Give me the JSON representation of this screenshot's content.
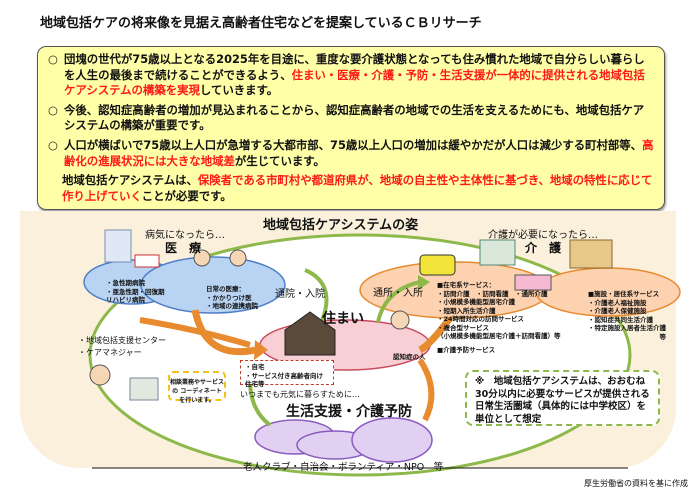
{
  "title": "地域包括ケアの将来像を見据え高齢者住宅などを提案しているＣＢリサーチ",
  "summary": [
    {
      "mark": "○",
      "parts": [
        {
          "text": "団塊の世代が75歳以上となる2025年を目途に、重度な要介護状態となっても住み慣れた地域で自分らしい暮らしを人生の最後まで続けることができるよう、",
          "red": false
        },
        {
          "text": "住まい・医療・介護・予防・生活支援が一体的に提供される地域包括ケアシステムの構築を実現",
          "red": true
        },
        {
          "text": "していきます。",
          "red": false
        }
      ]
    },
    {
      "mark": "○",
      "parts": [
        {
          "text": "今後、認知症高齢者の増加が見込まれることから、認知症高齢者の地域での生活を支えるためにも、地域包括ケアシステムの構築が重要です。",
          "red": false
        }
      ]
    },
    {
      "mark": "○",
      "parts": [
        {
          "text": "人口が横ばいで75歳以上人口が急増する大都市部、75歳以上人口の増加は緩やかだが人口は減少する町村部等、",
          "red": false
        },
        {
          "text": "高齢化の進展状況には大きな地域差",
          "red": true
        },
        {
          "text": "が生じています。",
          "red": false
        }
      ]
    }
  ],
  "summary_final": [
    {
      "text": "地域包括ケアシステムは、",
      "red": false
    },
    {
      "text": "保険者である市町村や都道府県が、地域の自主性や主体性に基づき、地域の特性に応じて作り上げていく",
      "red": true
    },
    {
      "text": "ことが必要です。",
      "red": false
    }
  ],
  "diagram": {
    "title": "地域包括ケアシステムの姿",
    "medical": {
      "trigger": "病気になったら…",
      "heading": "医　療",
      "hospitals": [
        "・急性期病院",
        "・亜急性期・回復期",
        "リハビリ病院"
      ],
      "daily": [
        "日常の医療：",
        "・かかりつけ医",
        "・地域の連携病院"
      ]
    },
    "care": {
      "trigger": "介護が必要になったら…",
      "heading": "介　護",
      "home_services": [
        "■在宅系サービス：",
        "・訪問介護　・訪問看護　・通所介護",
        "・小規模多機能型居宅介護",
        "・短期入所生活介護",
        "・24時間対応の訪問サービス",
        "・複合型サービス",
        "（小規模多機能型居宅介護＋訪問看護）等"
      ],
      "prevention": "■介護予防サービス",
      "facility_services": [
        "■施設・居住系サービス",
        "・介護老人福祉施設",
        "・介護老人保健施設",
        "・認知症共同生活介護",
        "・特定施設入居者生活介護",
        "等"
      ]
    },
    "arrow_hospital": "通院・入院",
    "arrow_daycare": "通所・入所",
    "housing": {
      "heading": "住まい",
      "items": [
        "・自宅",
        "・サービス付き高齢者向け住宅等"
      ],
      "dementia": "認知症の人"
    },
    "center": [
      "・地域包括支援センター",
      "・ケアマネジャー"
    ],
    "coordination": "相談業務やサービスの コーディネートを行います。",
    "life": {
      "trigger": "いつまでも元気に暮らすために…",
      "heading": "生活支援・介護予防",
      "groups": "老人クラブ・自治会・ボランティア・NPO　等"
    },
    "note": "※　地域包括ケアシステムは、おおむね30分以内に必要なサービスが提供される日常生活圏域（具体的には中学校区）を単位として想定"
  },
  "credit": "厚生労働省の資料を基に作成",
  "colors": {
    "summary_bg": "#ffffa8",
    "red": "#ff1a1a",
    "diagram_bg": "#fbf0db",
    "ring": "#8db84a",
    "arrow": "#e88a2e"
  }
}
